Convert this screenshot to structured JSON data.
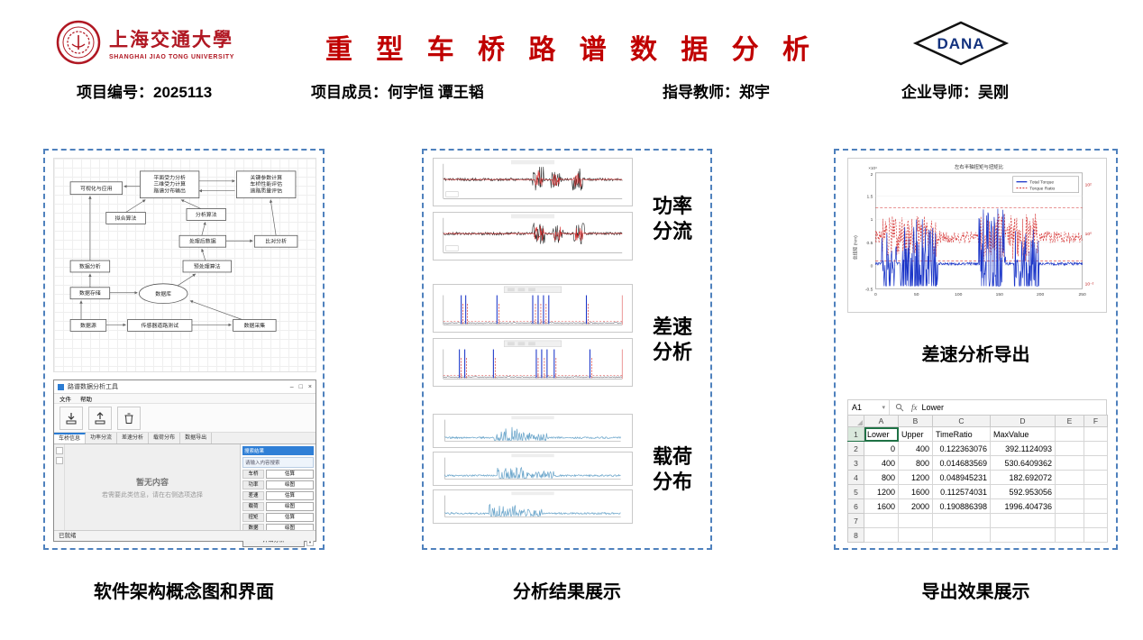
{
  "colors": {
    "title_red": "#c00000",
    "panel_border_blue": "#4f81bd",
    "dana_blue": "#14337f",
    "sjtu_red": "#b01722",
    "excel_select_green": "#1e7145",
    "plot_blue": "#1a35c8",
    "plot_red": "#d42a2a"
  },
  "header": {
    "sjtu_cn": "上海交通大學",
    "sjtu_en": "SHANGHAI JIAO TONG UNIVERSITY",
    "title": "重 型 车 桥 路 谱 数 据 分 析",
    "dana": "DANA"
  },
  "info": {
    "project_no": "项目编号：2025113",
    "members": "项目成员：何宇恒 谭王韬",
    "advisor": "指导教师：郑宇",
    "mentor": "企业导师：吴刚"
  },
  "flowchart": {
    "nodes": {
      "visual": "可视化与应用",
      "force1": "平面受力分析",
      "force2": "三维受力计算",
      "force3": "路谱分布输出",
      "param1": "关键参数计算",
      "param2": "车桥性能评估",
      "param3": "道路质量评估",
      "fit": "拟合算法",
      "analyze": "分析算法",
      "processed": "处理后数据",
      "compare": "比对分析",
      "dataana": "数据分析",
      "preproc": "预处理算法",
      "storage": "数据存储",
      "db": "数据库",
      "source": "数据源",
      "sensor": "传感器道路测试",
      "collect": "数据采集"
    }
  },
  "app": {
    "title": "路谱数据分析工具",
    "window_controls": [
      "–",
      "□",
      "×"
    ],
    "menus": [
      "文件",
      "帮助"
    ],
    "tabs": [
      "车桥信息",
      "功率分流",
      "差速分析",
      "载荷分布",
      "数据导出"
    ],
    "empty_title": "暂无内容",
    "empty_hint": "若需要此类信息，请在右侧选项选择",
    "side_selected": "搜索结果",
    "side_hint": "请输入内容搜索",
    "rows": [
      [
        "车桥",
        "估算"
      ],
      [
        "功率",
        "绘图"
      ],
      [
        "差速",
        "估算"
      ],
      [
        "载荷",
        "绘图"
      ],
      [
        "扭矩",
        "估算"
      ],
      [
        "数据",
        "绘图"
      ]
    ],
    "start_button": "开始分析",
    "status": "已就绪"
  },
  "middle_labels": [
    [
      "功率",
      "分流"
    ],
    [
      "差速",
      "分析"
    ],
    [
      "载荷",
      "分布"
    ]
  ],
  "matlab": {
    "title": "左右半轴扭矩与扭矩比",
    "ylabel": "总扭矩 (Nm)",
    "y_exp": "×10⁴",
    "y_ticks": [
      "2",
      "1.5",
      "1",
      "0.5",
      "0",
      "-0.5"
    ],
    "x_ticks": [
      "0",
      "50",
      "100",
      "150",
      "200",
      "250"
    ],
    "right_ticks": [
      "10²",
      "10⁰",
      "10⁻²"
    ],
    "legend": [
      "Total Torque",
      "Torque Ratio"
    ]
  },
  "right_heading": "差速分析导出",
  "excel": {
    "name_box": "A1",
    "fx_label": "fx",
    "formula_value": "Lower",
    "col_headers": [
      "A",
      "B",
      "C",
      "D",
      "E",
      "F"
    ],
    "row_numbers": [
      "1",
      "2",
      "3",
      "4",
      "5",
      "6",
      "7",
      "8"
    ],
    "table": {
      "headers": [
        "Lower",
        "Upper",
        "TimeRatio",
        "MaxValue"
      ],
      "rows": [
        [
          "0",
          "400",
          "0.122363076",
          "392.1124093"
        ],
        [
          "400",
          "800",
          "0.014683569",
          "530.6409362"
        ],
        [
          "800",
          "1200",
          "0.048945231",
          "182.692072"
        ],
        [
          "1200",
          "1600",
          "0.112574031",
          "592.953056"
        ],
        [
          "1600",
          "2000",
          "0.190886398",
          "1996.404736"
        ]
      ]
    }
  },
  "captions": {
    "left": "软件架构概念图和界面",
    "middle": "分析结果展示",
    "right": "导出效果展示"
  }
}
